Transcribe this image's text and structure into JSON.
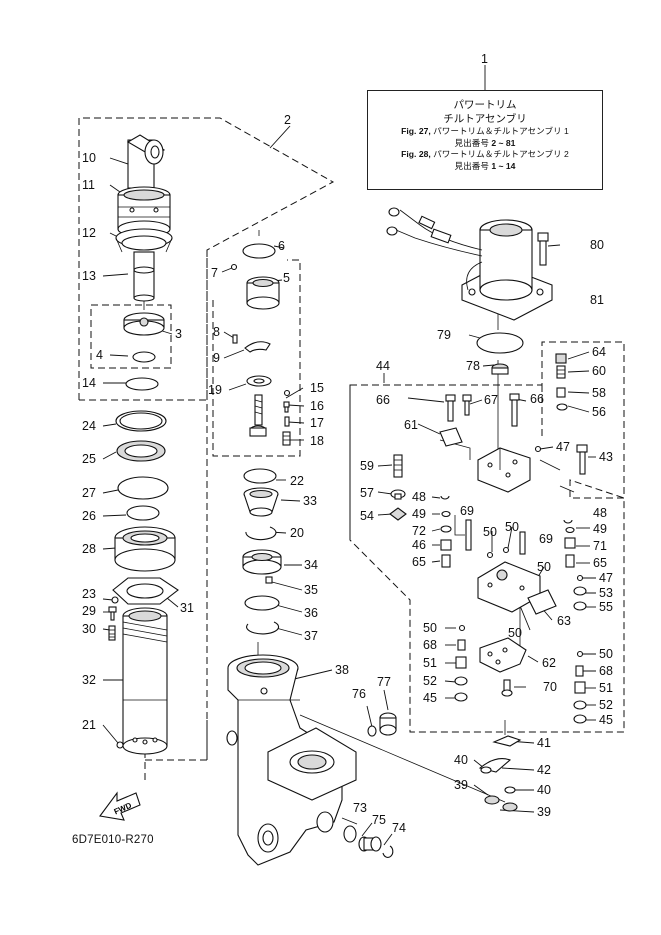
{
  "title_block": {
    "callout": "1",
    "line1": "パワートリム",
    "line2": "チルトアセンブリ",
    "ref1_fig": "Fig. 27,",
    "ref1_text": "パワートリム＆チルトアセンブリ 1",
    "ref1_label": "見出番号",
    "ref1_range": "2 ~ 81",
    "ref2_fig": "Fig. 28,",
    "ref2_text": "パワートリム＆チルトアセンブリ 2",
    "ref2_label": "見出番号",
    "ref2_range": "1 ~ 14"
  },
  "direction_marker": "FWD",
  "drawing_code": "6D7E010-R270",
  "callouts": {
    "c2": "2",
    "c3": "3",
    "c4": "4",
    "c5": "5",
    "c6": "6",
    "c7": "7",
    "c8": "8",
    "c9": "9",
    "c10": "10",
    "c11": "11",
    "c12": "12",
    "c13": "13",
    "c14": "14",
    "c15": "15",
    "c16": "16",
    "c17": "17",
    "c18": "18",
    "c19": "19",
    "c20": "20",
    "c21": "21",
    "c22": "22",
    "c23": "23",
    "c24": "24",
    "c25": "25",
    "c26": "26",
    "c27": "27",
    "c28": "28",
    "c29": "29",
    "c30": "30",
    "c31": "31",
    "c32": "32",
    "c33": "33",
    "c34": "34",
    "c35": "35",
    "c36": "36",
    "c37": "37",
    "c38": "38",
    "c39a": "39",
    "c39b": "39",
    "c40a": "40",
    "c40b": "40",
    "c41": "41",
    "c42": "42",
    "c43": "43",
    "c44": "44",
    "c45a": "45",
    "c45b": "45",
    "c46": "46",
    "c47a": "47",
    "c47b": "47",
    "c48a": "48",
    "c48b": "48",
    "c49a": "49",
    "c49b": "49",
    "c50a": "50",
    "c50b": "50",
    "c50c": "50",
    "c50d": "50",
    "c50e": "50",
    "c50f": "50",
    "c51a": "51",
    "c51b": "51",
    "c52a": "52",
    "c52b": "52",
    "c53": "53",
    "c54": "54",
    "c55": "55",
    "c56": "56",
    "c57": "57",
    "c58": "58",
    "c59": "59",
    "c60": "60",
    "c61": "61",
    "c62": "62",
    "c63": "63",
    "c64": "64",
    "c65a": "65",
    "c65b": "65",
    "c66a": "66",
    "c66b": "66",
    "c67": "67",
    "c68a": "68",
    "c68b": "68",
    "c69a": "69",
    "c69b": "69",
    "c70": "70",
    "c71": "71",
    "c72": "72",
    "c73": "73",
    "c74": "74",
    "c75": "75",
    "c76": "76",
    "c77": "77",
    "c78": "78",
    "c79": "79",
    "c80": "80",
    "c81": "81"
  },
  "colors": {
    "ink": "#111111",
    "paper": "#ffffff",
    "shade": "#d9d9d9"
  }
}
